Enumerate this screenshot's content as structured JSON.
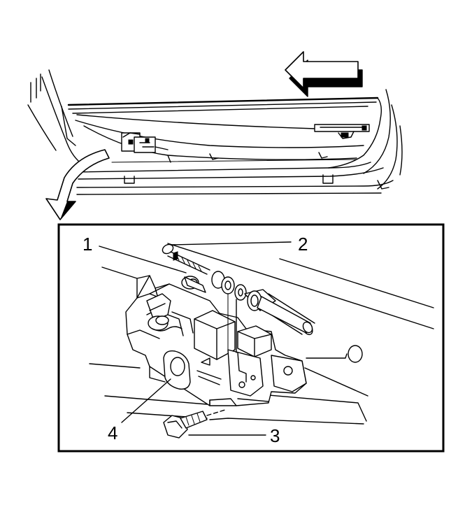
{
  "callouts": [
    {
      "id": "1",
      "label": "1"
    },
    {
      "id": "2",
      "label": "2"
    },
    {
      "id": "3",
      "label": "3"
    },
    {
      "id": "4",
      "label": "4"
    }
  ],
  "colors": {
    "line": "#000000",
    "background": "#ffffff"
  },
  "icons": {
    "direction_arrow": "left-arrow-icon",
    "detail_arrow": "curved-down-arrow-icon"
  }
}
